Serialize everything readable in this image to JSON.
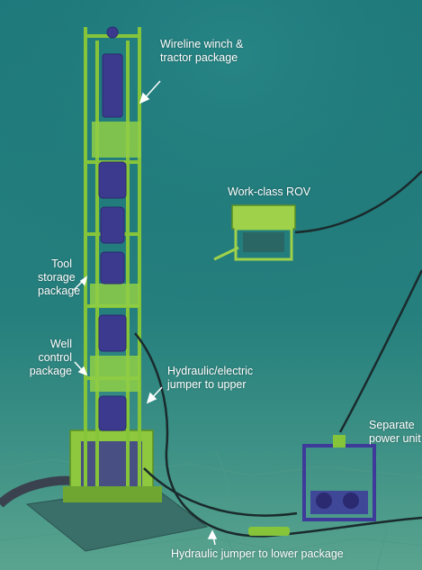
{
  "labels": {
    "wireline": {
      "line1": "Wireline winch &",
      "line2": "tractor package"
    },
    "rov": {
      "line1": "Work-class ROV"
    },
    "tool_storage": {
      "line1": "Tool",
      "line2": "storage",
      "line3": "package"
    },
    "well_control": {
      "line1": "Well",
      "line2": "control",
      "line3": "package"
    },
    "hydraulic_electric": {
      "line1": "Hydraulic/electric",
      "line2": "jumper to upper"
    },
    "power_unit": {
      "line1": "Separate",
      "line2": "power unit"
    },
    "hydraulic_lower": {
      "line1": "Hydraulic jumper to lower package"
    }
  },
  "colors": {
    "water_top": "#1f7a7c",
    "water_bottom": "#3f9286",
    "seabed": "#5fa690",
    "frame": "#86c43a",
    "modules": "#3b3a8f",
    "cable": "#1a2a2c",
    "power_frame": "#3d3a9a",
    "text": "#ffffff"
  }
}
